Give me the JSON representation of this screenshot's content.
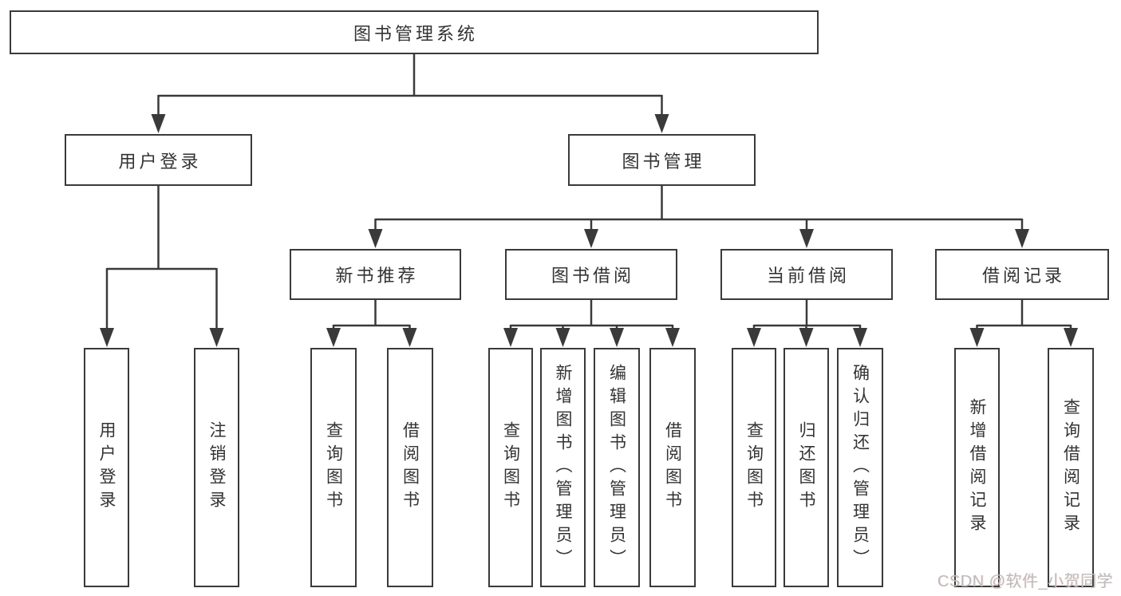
{
  "diagram_title": "图书管理系统",
  "watermark": "CSDN @软件_小贺同学",
  "colors": {
    "line": "#3a3a3a",
    "box_border": "#3a3a3a",
    "box_background": "#ffffff",
    "text": "#333333",
    "watermark": "#bcbcbc"
  },
  "nodes": {
    "root": {
      "label": "图书管理系统"
    },
    "level2": [
      {
        "label": "用户登录"
      },
      {
        "label": "图书管理"
      }
    ],
    "level3": [
      {
        "label": "新书推荐",
        "parent": "图书管理"
      },
      {
        "label": "图书借阅",
        "parent": "图书管理"
      },
      {
        "label": "当前借阅",
        "parent": "图书管理"
      },
      {
        "label": "借阅记录",
        "parent": "图书管理"
      }
    ],
    "leaves": [
      {
        "label": "用户登录",
        "parent": "用户登录"
      },
      {
        "label": "注销登录",
        "parent": "用户登录"
      },
      {
        "label": "查询图书",
        "parent": "新书推荐"
      },
      {
        "label": "借阅图书",
        "parent": "新书推荐"
      },
      {
        "label": "查询图书",
        "parent": "图书借阅"
      },
      {
        "label": "新增图书（管理员）",
        "parent": "图书借阅"
      },
      {
        "label": "编辑图书（管理员）",
        "parent": "图书借阅"
      },
      {
        "label": "借阅图书",
        "parent": "图书借阅"
      },
      {
        "label": "查询图书",
        "parent": "当前借阅"
      },
      {
        "label": "归还图书",
        "parent": "当前借阅"
      },
      {
        "label": "确认归还（管理员）",
        "parent": "当前借阅"
      },
      {
        "label": "新增借阅记录",
        "parent": "借阅记录"
      },
      {
        "label": "查询借阅记录",
        "parent": "借阅记录"
      }
    ]
  }
}
